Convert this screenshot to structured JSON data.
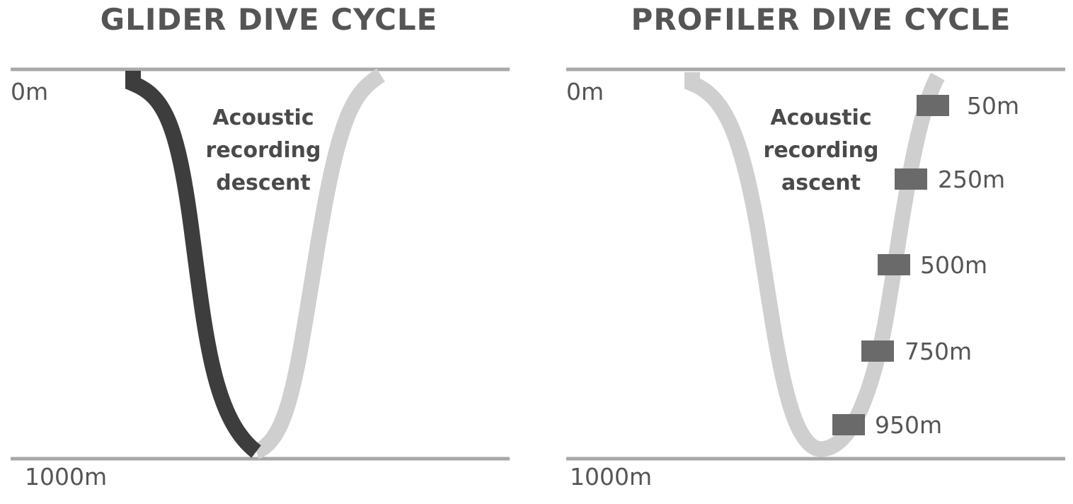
{
  "glider": {
    "title": "GLIDER DIVE CYCLE",
    "surface_label": "0m",
    "bottom_label": "1000m",
    "annotation": [
      "Acoustic",
      "recording",
      "descent"
    ]
  },
  "profiler": {
    "title": "PROFILER DIVE CYCLE",
    "surface_label": "0m",
    "bottom_label": "1000m",
    "annotation": [
      "Acoustic",
      "recording",
      "ascent"
    ],
    "sensors": [
      "50m",
      "250m",
      "500m",
      "750m",
      "950m"
    ]
  },
  "colors": {
    "line": "#a8a8a8",
    "recording_path": "#3d3d3d",
    "idle_path": "#cfcfcf",
    "sensor": "#6a6a6a",
    "text": "#555555"
  }
}
